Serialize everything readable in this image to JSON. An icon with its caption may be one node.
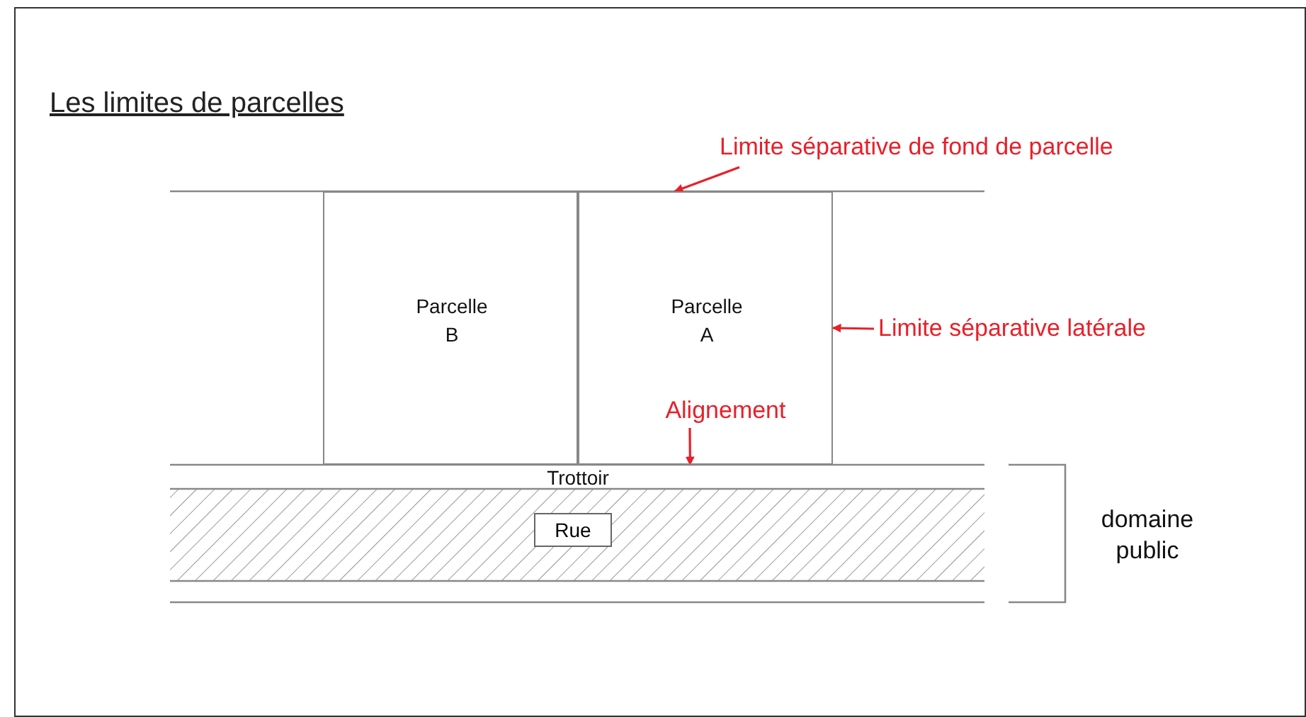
{
  "diagram": {
    "title": "Les limites de parcelles",
    "nodes": [
      {
        "text": [
          "Parcelle B"
        ]
      },
      {
        "text": [
          "Parcelle A"
        ]
      },
      {
        "text": [
          "Rue"
        ]
      },
      {
        "text": [
          "Limite séparative de fond de parcelle"
        ]
      },
      {
        "text": [
          "Limite séparative latérale"
        ]
      },
      {
        "text": [
          "Alignement"
        ],
        "in": 1
      }
    ],
    "edges": [
      {
        "from": 3,
        "to": 1,
        "arrow": "to"
      },
      {
        "from": 4,
        "to": 1,
        "arrow": "to"
      },
      {
        "from": 5,
        "to": 1,
        "arrow": "to"
      }
    ],
    "labels": [
      "Trottoir",
      "domaine public"
    ]
  }
}
